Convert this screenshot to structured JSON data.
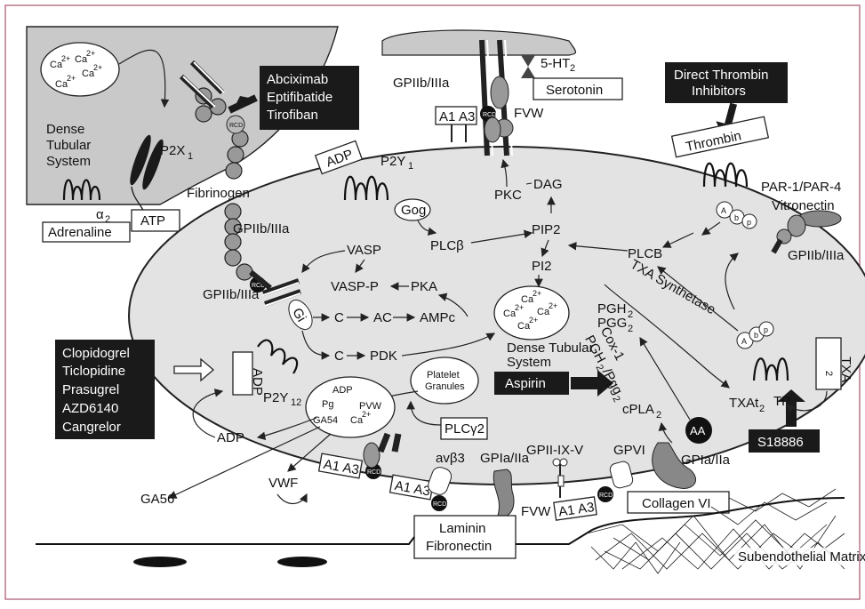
{
  "labels": {
    "dense_tubular_top": [
      "Dense",
      "Tubular",
      "System"
    ],
    "ca": "Ca",
    "ca_sup": "2+",
    "p2x1": "P2X",
    "p2x1_sub": "1",
    "alpha2": "α",
    "alpha2_sub": "2",
    "fibrinogen": "Fibrinogen",
    "gpiib_left_top": "GPIIb/IIIa",
    "gpiib_left_mid": "GPIIb/IIIa",
    "gpiib_top": "GPIIb/IIIa",
    "gpiib_right": "GPIIb/IIIa",
    "fvw_top": "FVW",
    "a1": "A1",
    "a3": "A3",
    "rcd": "RCD",
    "ht2": "5-HT",
    "ht2_sub": "2",
    "p2y1": "P2Y",
    "p2y1_sub": "1",
    "gog": "Gog",
    "plcb": "PLCβ",
    "pkc": "PKC",
    "dag": "DAG",
    "pip2": "PIP2",
    "pi2": "PI2",
    "plcb_right": "PLCB",
    "vasp": "VASP",
    "vasp_p": "VASP-P",
    "pka": "PKA",
    "c1": "C",
    "ac": "AC",
    "ampc": "AMPc",
    "c2": "C",
    "pdk": "PDK",
    "gi": "Gi",
    "dense_tubular_mid": [
      "Dense Tubular",
      "System"
    ],
    "platelet_granules": [
      "Platelet",
      "Granules"
    ],
    "pgh2": "PGH",
    "pgg2": "PGG",
    "two": "2",
    "cox1": "Cox-1",
    "pgh2pgg2": "PGH",
    "pgg2b": "/Pgg",
    "cpla2": "cPLA",
    "txa_synth": "TXA Synthetase",
    "txat2": "TXAt",
    "tp": "TP",
    "par": "PAR-1/PAR-4",
    "vitronectin": "Vitronectin",
    "p2y12": "P2Y",
    "p2y12_sub": "12",
    "adp_left": "ADP",
    "adp_granule": "ADP",
    "pg": "Pg",
    "pvw": "PVW",
    "ga54": "GA54",
    "ga56": "GA56",
    "vwf": "VWF",
    "avb3": "avβ3",
    "gpia_mid": "GPIa/IIa",
    "gpia_right": "GPIa/IIa",
    "gpii_ix_v": "GPII-IX-V",
    "gpvi": "GPVI",
    "fvw_bottom": "FVW",
    "aa": "AA",
    "subendothelial": "Subendothelial Matrix",
    "abp": [
      "A",
      "b",
      "p"
    ]
  },
  "boxes": {
    "adrenaline": "Adrenaline",
    "atp": "ATP",
    "adp_top": "ADP",
    "serotonin": "Serotonin",
    "thrombin": "Thrombin",
    "adp_vertical": "ADP",
    "txa2": "TXA",
    "txa2_sub": "2",
    "plcy2": "PLCγ2",
    "laminin": [
      "Laminin",
      "Fibronectin"
    ],
    "collagen": "Collagen VI"
  },
  "drugs": {
    "gp_inhibitors": [
      "Abciximab",
      "Eptifibatide",
      "Tirofiban"
    ],
    "thrombin_inhibitors": [
      "Direct Thrombin",
      "Inhibitors"
    ],
    "p2y12_inhibitors": [
      "Clopidogrel",
      "Ticlopidine",
      "Prasugrel",
      "AZD6140",
      "Cangrelor"
    ],
    "aspirin": "Aspirin",
    "s18886": "S18886"
  },
  "colors": {
    "platelet_fill": "#e3e3e3",
    "cell_fill": "#c9c9c9",
    "drug_box": "#1a1a1a",
    "frame": "#a9546b"
  }
}
